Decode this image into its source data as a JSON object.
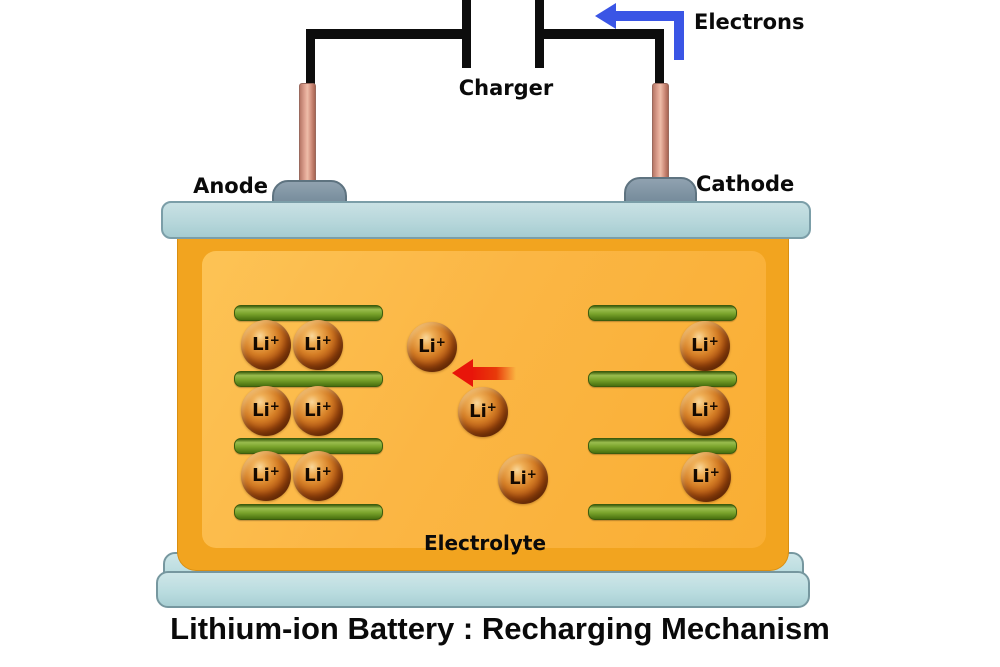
{
  "title": "Lithium-ion Battery : Recharging Mechanism",
  "circuit": {
    "charger_label": "Charger",
    "electron_flow_label": "Electrons",
    "electron_flow_direction": "left (toward anode terminal)"
  },
  "battery": {
    "anode_label": "Anode",
    "cathode_label": "Cathode",
    "electrolyte_label": "Electrolyte",
    "ion": {
      "symbol": "Li",
      "charge": "+"
    },
    "anode_plate_count": 4,
    "cathode_plate_count": 4,
    "anode_intercalated_ion_count": 6,
    "cathode_ion_count": 3,
    "migrating_ion_count": 3,
    "ion_flow_direction": "left (toward anode)"
  },
  "colors": {
    "electrolyte_orange": "#FBB644",
    "body_border_orange": "#F2A41F",
    "plate_green": "#7AA42C",
    "ion_copper": "#C4661A",
    "case_blue": "#B5D6DA",
    "terminal_gray": "#7D92A1",
    "post_copper": "#D99B8A",
    "wire_black": "#0D0D0D",
    "electron_arrow_blue": "#3A55E5",
    "ion_arrow_red": "#E8150A"
  }
}
